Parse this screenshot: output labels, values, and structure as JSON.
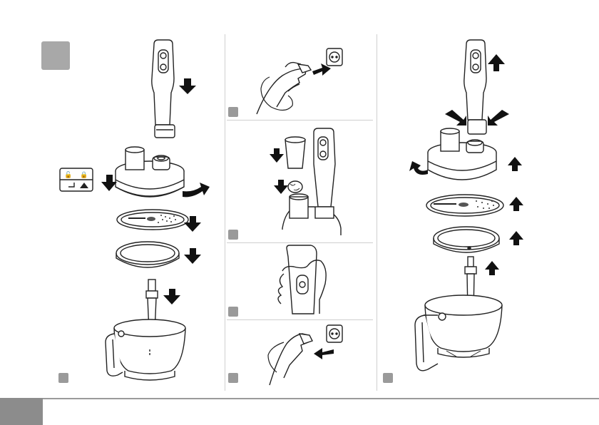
{
  "step_labels": [
    "",
    "",
    "",
    "",
    "",
    ""
  ],
  "page_number": "",
  "colors": {
    "line": "#222222",
    "arrow": "#111111",
    "marker": "#9a9a9a",
    "footer_tab": "#8c8c8c",
    "divider": "#cfcfcf"
  },
  "icons": [
    "grey-square-badge",
    "lock-unlock-symbols",
    "down-arrow",
    "up-arrow",
    "rotate-arrow",
    "wall-socket",
    "hand",
    "plug"
  ]
}
